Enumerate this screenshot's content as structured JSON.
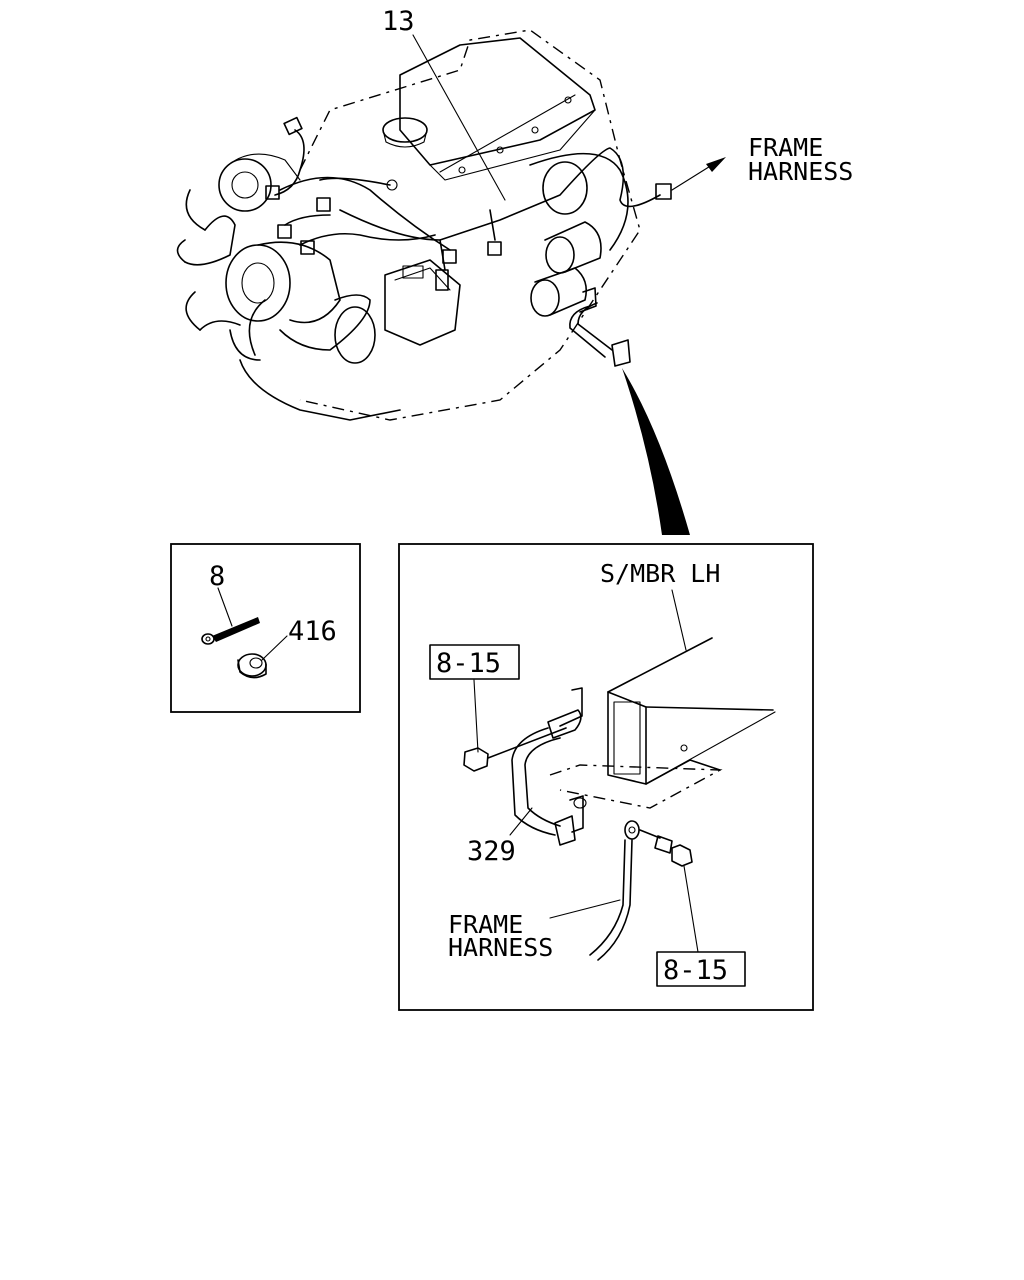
{
  "labels": {
    "engine_harness": "13",
    "frame_harness_top_line1": "FRAME",
    "frame_harness_top_line2": "HARNESS",
    "terminal": "8",
    "nut": "416",
    "side_member": "S/MBR LH",
    "ref_upper": "8-15",
    "ground_cable": "329",
    "frame_harness_detail_line1": "FRAME",
    "frame_harness_detail_line2": "HARNESS",
    "ref_lower": "8-15"
  }
}
